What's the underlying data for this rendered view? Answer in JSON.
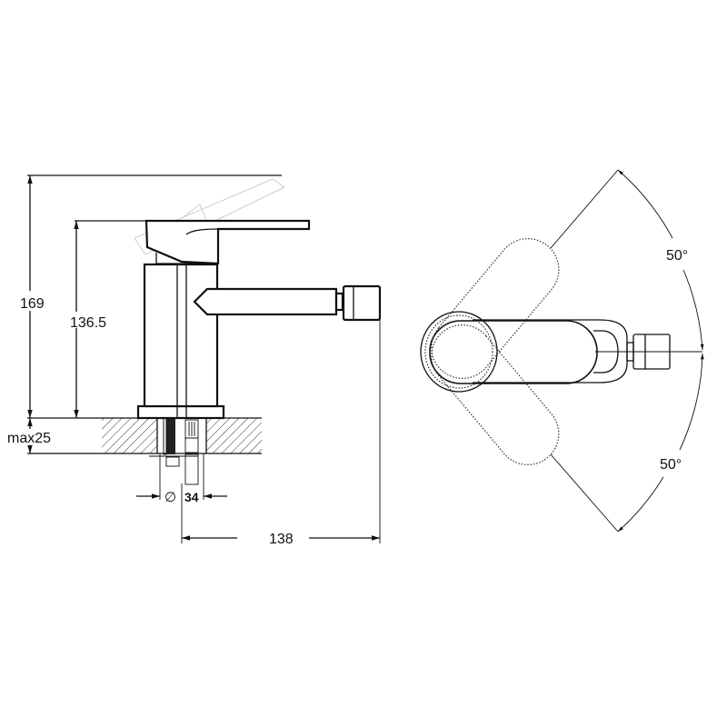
{
  "side_view": {
    "dimensions": {
      "total_height": "169",
      "spout_height": "136.5",
      "max_deck_thickness": "max25",
      "hole_diameter_symbol": "∅",
      "hole_diameter": "34",
      "spout_reach": "138"
    }
  },
  "top_view": {
    "rotation_angles": {
      "upper": "50°",
      "lower": "50°"
    }
  },
  "colors": {
    "line": "#111111",
    "ghost": "#cccccc",
    "hatch": "#333333"
  }
}
